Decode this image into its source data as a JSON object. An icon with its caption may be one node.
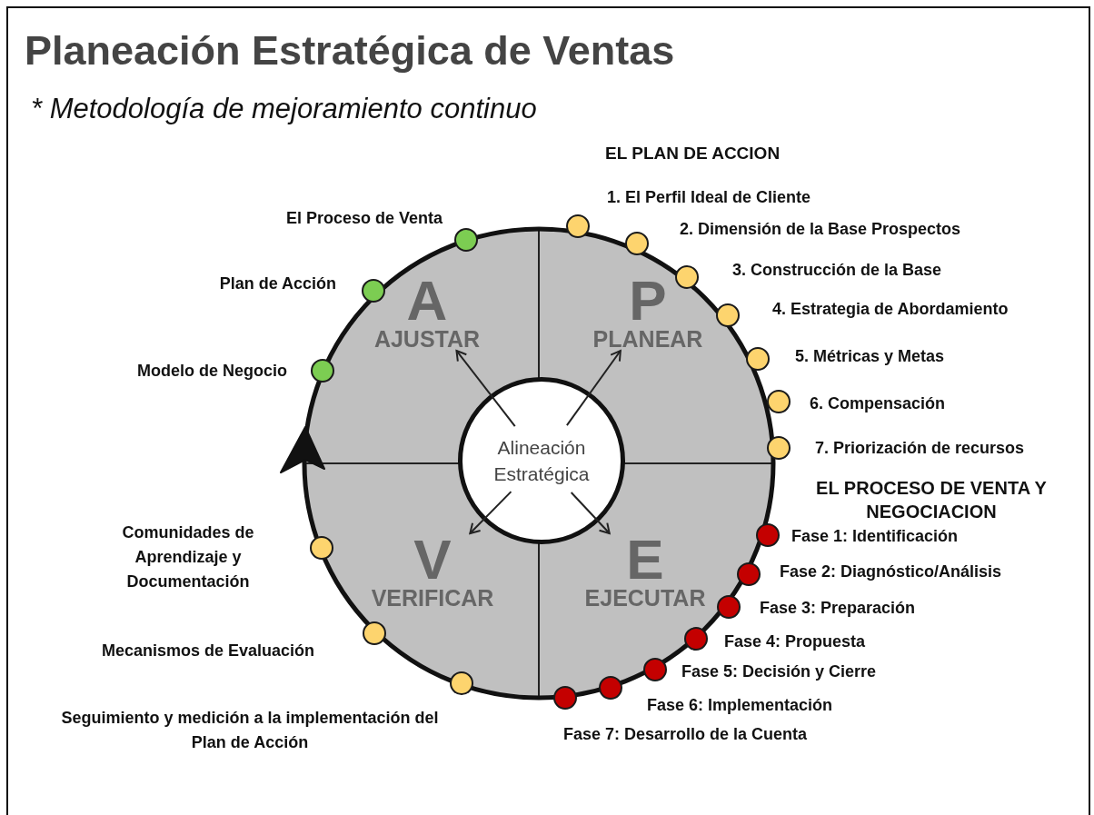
{
  "diagram": {
    "title": "Planeación Estratégica de Ventas",
    "nodes": [
      {
        "text": [
          "A",
          "AJUSTAR"
        ]
      },
      {
        "text": [
          "P",
          "PLANEAR"
        ]
      },
      {
        "text": [
          "V",
          "VERIFICAR"
        ]
      },
      {
        "text": [
          "E",
          "EJECUTAR"
        ]
      },
      {
        "text": [
          "Alineación Estratégica"
        ]
      },
      {
        "text": [],
        "shape": "circle",
        "beside": [
          "El Proceso de Venta"
        ]
      },
      {
        "text": [],
        "shape": "circle",
        "beside": [
          "Plan de Acción"
        ]
      },
      {
        "text": [],
        "shape": "circle",
        "beside": [
          "Modelo de Negocio"
        ]
      },
      {
        "text": [],
        "shape": "circle",
        "beside": [
          "1. El Perfil Ideal de Cliente"
        ]
      },
      {
        "text": [],
        "shape": "circle",
        "beside": [
          "2. Dimensión de la Base Prospectos"
        ]
      },
      {
        "text": [],
        "shape": "circle",
        "beside": [
          "3. Construcción de la Base"
        ]
      },
      {
        "text": [],
        "shape": "circle",
        "beside": [
          "4. Estrategia de Abordamiento"
        ]
      },
      {
        "text": [],
        "shape": "circle",
        "beside": [
          "5. Métricas y Metas"
        ]
      },
      {
        "text": [],
        "shape": "circle",
        "beside": [
          "6. Compensación"
        ]
      },
      {
        "text": [],
        "shape": "circle",
        "beside": [
          "7. Priorización de recursos"
        ]
      },
      {
        "text": [],
        "shape": "circle",
        "beside": [
          "Fase 1: Identificación"
        ]
      },
      {
        "text": [],
        "shape": "circle",
        "beside": [
          "Fase 2: Diagnóstico/Análisis"
        ]
      },
      {
        "text": [],
        "shape": "circle",
        "beside": [
          "Fase 3: Preparación"
        ]
      },
      {
        "text": [],
        "shape": "circle",
        "beside": [
          "Fase 4: Propuesta"
        ]
      },
      {
        "text": [],
        "shape": "circle",
        "beside": [
          "Fase 5: Decisión y Cierre"
        ]
      },
      {
        "text": [],
        "shape": "circle",
        "beside": [
          "Fase 6: Implementación"
        ]
      },
      {
        "text": [],
        "shape": "circle",
        "beside": [
          "Fase 7: Desarrollo de la Cuenta"
        ]
      },
      {
        "text": [],
        "shape": "circle",
        "beside": [
          "Comunidades de Aprendizaje y Documentación"
        ]
      },
      {
        "text": [],
        "shape": "circle",
        "beside": [
          "Mecanismos de Evaluación"
        ]
      },
      {
        "text": [],
        "shape": "circle",
        "beside": [
          "Seguimiento y medición a la implementación del Plan de Acción"
        ]
      }
    ],
    "edges": [
      {
        "from": 4,
        "to": 0,
        "arrow": "to"
      },
      {
        "from": 4,
        "to": 1,
        "arrow": "to"
      },
      {
        "from": 4,
        "to": 2,
        "arrow": "to"
      },
      {
        "from": 4,
        "to": 3,
        "arrow": "to"
      }
    ],
    "labels": [
      "* Metodología de mejoramiento continuo",
      "EL PLAN DE ACCION",
      "EL PROCESO DE VENTA Y NEGOCIACION"
    ]
  }
}
